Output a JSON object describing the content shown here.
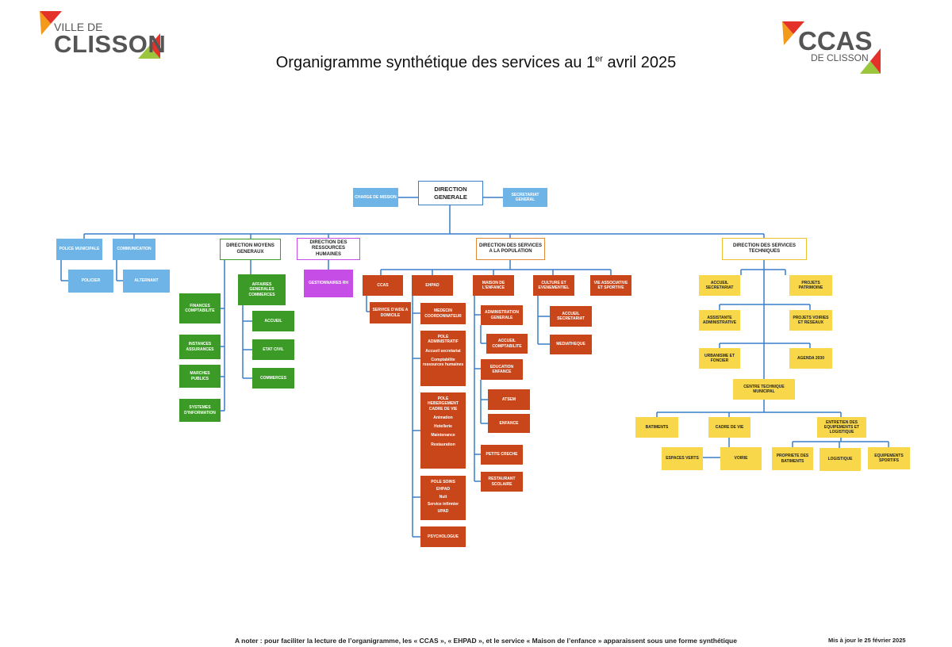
{
  "header": {
    "title_main": "Organigramme synthétique des services au 1",
    "title_sup": "er",
    "title_end": " avril 2025",
    "logo_left_line1": "VILLE DE",
    "logo_left_line2": "CLISSON",
    "logo_right_line1": "CCAS",
    "logo_right_line2": "DE CLISSON"
  },
  "top": {
    "direction_generale": "DIRECTION GENERALE",
    "charge_mission": "CHARGE DE MISSION",
    "secretariat_general": "SECRETARIAT GENERAL"
  },
  "blue_col": {
    "police": "POLICE MUNICIPALE",
    "policier": "POLICIER",
    "communication": "COMMUNICATION",
    "alternant": "ALTERNANT"
  },
  "moyens": {
    "head": "DIRECTION MOYENS GENERAUX",
    "affaires": "AFFAIRES GENERALES COMMERCES",
    "accueil": "ACCUEIL",
    "etat_civil": "ETAT CIVIL",
    "commerces": "COMMERCES",
    "finances": "FINANCES COMPTABILITE",
    "instances": "INSTANCES ASSURANCES",
    "marches": "MARCHES PUBLICS",
    "systemes": "SYSTEMES D'INFORMATION"
  },
  "rh": {
    "head": "DIRECTION DES RESSOURCES HUMAINES",
    "gestionnaires": "GESTIONNAIRES RH"
  },
  "population": {
    "head": "DIRECTION DES SERVICES A LA POPULATION",
    "ccas": "CCAS",
    "service_aide": "SERVICE D'AIDE A DOMICILE",
    "ehpad": "EHPAD",
    "medecin": "MEDECIN COORDONNATEUR",
    "pole_admin_title": "POLE ADMINISTRATIF",
    "pole_admin_1": "Accueil secretariat",
    "pole_admin_2": "Comptabilite ressources humaines",
    "pole_heb_title": "POLE HEBERGEMENT CADRE DE VIE",
    "pole_heb_1": "Animation",
    "pole_heb_2": "Hotellerie",
    "pole_heb_3": "Maintenance",
    "pole_heb_4": "Restauration",
    "pole_soins_title": "POLE SOINS",
    "pole_soins_1": "EHPAD",
    "pole_soins_2": "Nuit",
    "pole_soins_3": "Service infirmier",
    "pole_soins_4": "UPAD",
    "psychologue": "PSYCHOLOGUE",
    "maison_enfance": "MAISON DE L'ENFANCE",
    "admin_generale": "ADMINISTRATION GENERALE",
    "accueil_compta": "ACCUEIL COMPTABILITE",
    "education": "EDUCATION ENFANCE",
    "atsem": "ATSEM",
    "enfance": "ENFANCE",
    "petite_creche": "PETITE CRECHE",
    "restaurant": "RESTAURANT SCOLAIRE",
    "culture": "CULTURE ET EVENEMENTIEL",
    "accueil_secretariat": "ACCUEIL SECRETARIAT",
    "mediatheque": "MEDIATHEQUE",
    "vie_asso": "VIE ASSOCIATIVE ET SPORTIVE"
  },
  "techniques": {
    "head": "DIRECTION DES SERVICES TECHNIQUES",
    "accueil_secretariat": "ACCUEIL SECRETARIAT",
    "projets_patrimoine": "PROJETS PATRIMOINE",
    "assistante": "ASSISTANTE ADMINISTRATIVE",
    "projets_voiries": "PROJETS VOIRIES ET RESEAUX",
    "urbanisme": "URBANISME ET FONCIER",
    "agenda": "AGENDA 2030",
    "ctm": "CENTRE TECHNIQUE MUNICIPAL",
    "batiments": "BATIMENTS",
    "cadre_vie": "CADRE DE VIE",
    "entretien": "ENTRETIEN DES EQUIPEMENTS ET LOGISTIQUE",
    "espaces_verts": "ESPACES VERTS",
    "voirie": "VOIRIE",
    "propriete": "PROPRIETE DES BATIMENTS",
    "logistique": "LOGISTIQUE",
    "equipements": "EQUIPEMENTS SPORTIFS"
  },
  "footer": {
    "note": "A noter : pour faciliter la lecture de l’organigramme, les « CCAS », « EHPAD », et le service « Maison de l’enfance » apparaissent sous une forme synthétique",
    "update": "Mis à jour le 25 février 2025"
  },
  "colors": {
    "line": "#3a7ec8",
    "blue": "#6fb4e6",
    "green": "#3c9a26",
    "purple": "#c64ee6",
    "orange": "#c9461b",
    "yellow": "#f8d84a"
  }
}
